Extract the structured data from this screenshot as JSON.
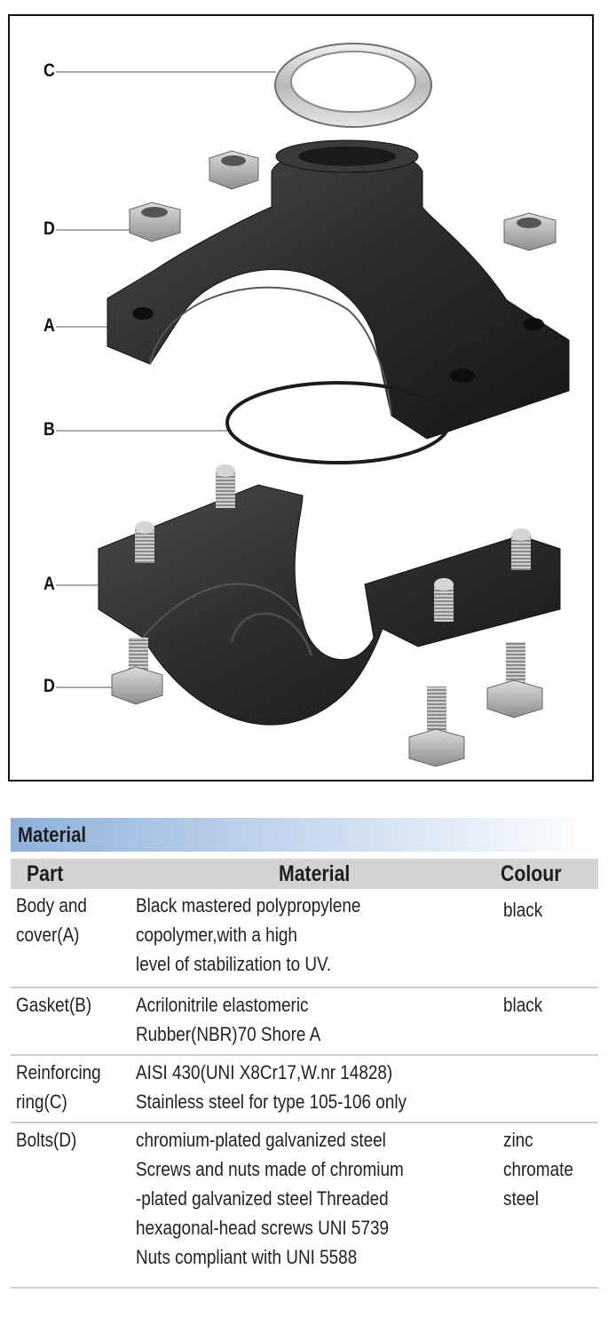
{
  "diagram": {
    "callouts": [
      "C",
      "D",
      "A",
      "B",
      "A",
      "D"
    ]
  },
  "material": {
    "title": "Material",
    "headers": {
      "part": "Part",
      "material": "Material",
      "colour": "Colour"
    },
    "rows": [
      {
        "part": [
          "Body and",
          "cover(A)"
        ],
        "material": [
          "Black mastered polypropylene",
          "copolymer,with a high",
          "level of stabilization to UV."
        ],
        "colour": [
          "black"
        ]
      },
      {
        "part": [
          "Gasket(B)"
        ],
        "material": [
          "Acrilonitrile elastomeric",
          "Rubber(NBR)70 Shore A"
        ],
        "colour": [
          "black"
        ]
      },
      {
        "part": [
          "Reinforcing",
          "ring(C)"
        ],
        "material": [
          "AISI 430(UNI X8Cr17,W.nr 14828)",
          "Stainless steel for type 105-106 only"
        ],
        "colour": []
      },
      {
        "part": [
          "Bolts(D)"
        ],
        "material": [
          "chromium-plated galvanized steel",
          "Screws and nuts made of chromium",
          "-plated galvanized steel Threaded",
          "hexagonal-head screws UNI 5739",
          "Nuts compliant with UNI 5588"
        ],
        "colour": [
          "zinc",
          "chromate",
          "steel"
        ]
      }
    ]
  }
}
